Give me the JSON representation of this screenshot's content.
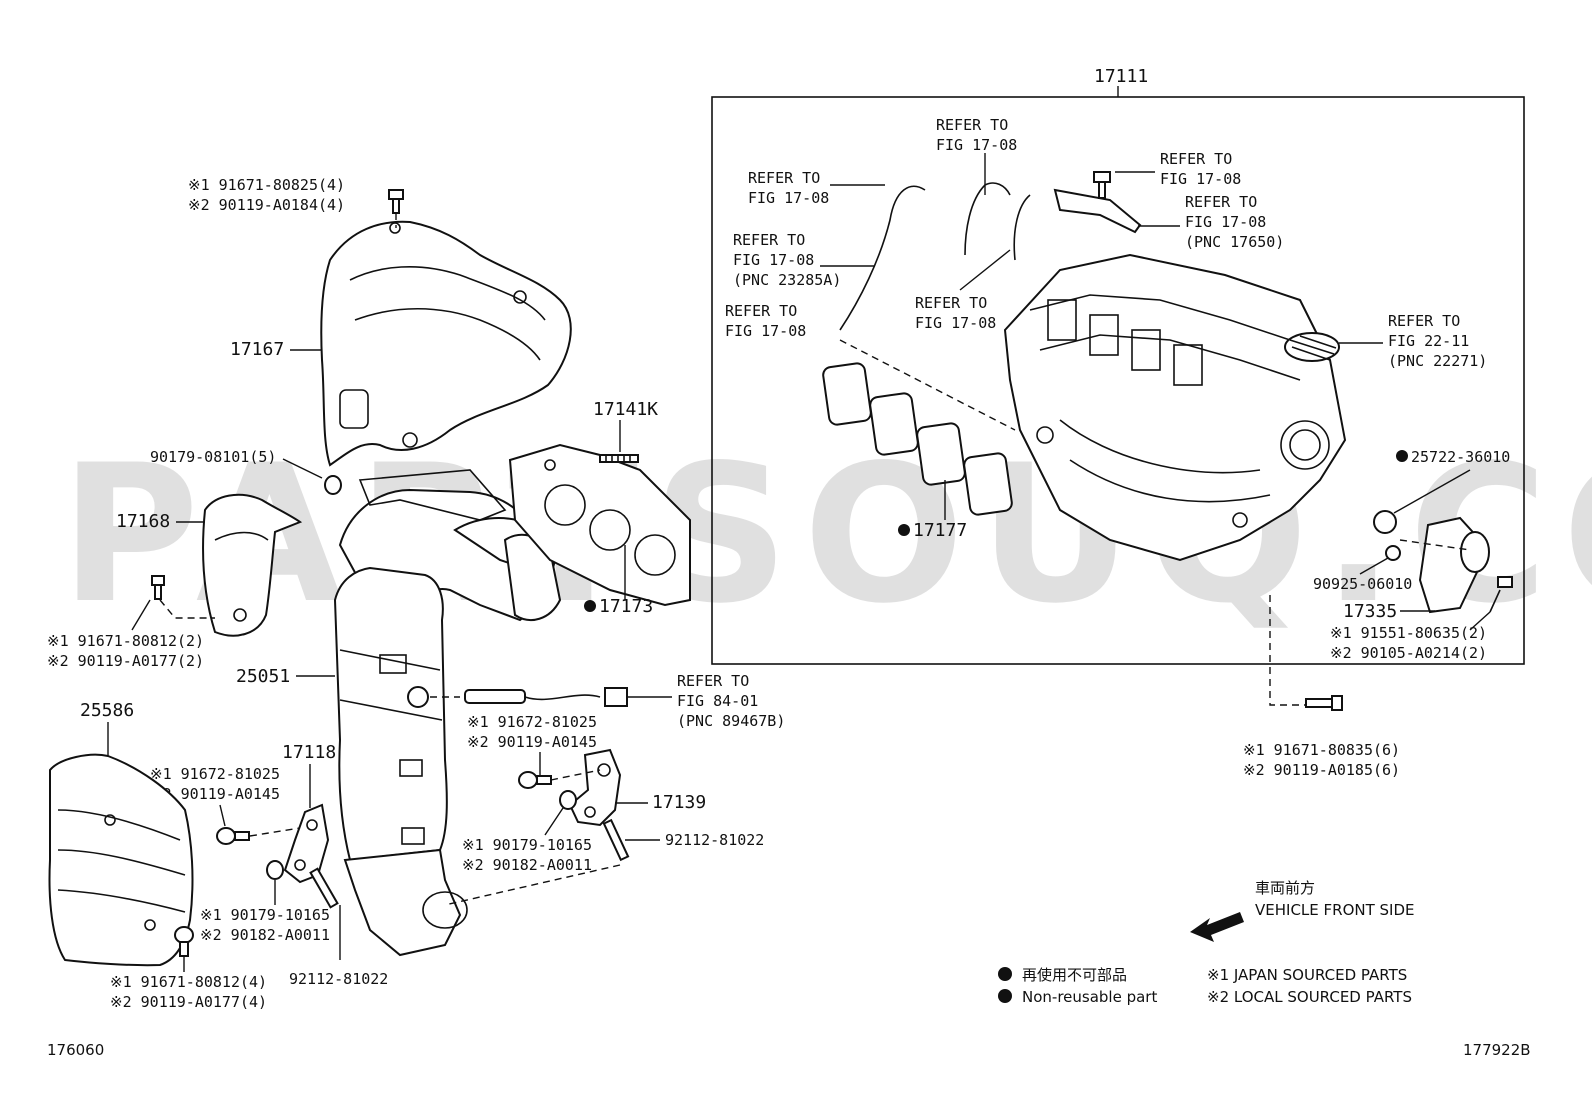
{
  "watermark": "PARTSOUQ.COM",
  "labels": {
    "p17111": "17111",
    "p17167": "17167",
    "p17168": "17168",
    "p17141k": "17141K",
    "p17173": "17173",
    "p17177": "17177",
    "p25051": "25051",
    "p25586": "25586",
    "p17118": "17118",
    "p17139": "17139",
    "p17335": "17335",
    "p25722": "25722-36010",
    "p90925": "90925-06010",
    "p90179_5": "90179-08101(5)",
    "p92112_a": "92112-81022",
    "p92112_b": "92112-81022"
  },
  "refs": {
    "r1": [
      "REFER TO",
      "FIG 17-08"
    ],
    "r2": [
      "REFER TO",
      "FIG 17-08"
    ],
    "r3": [
      "REFER TO",
      "FIG 17-08"
    ],
    "r4": [
      "REFER TO",
      "FIG 17-08",
      "(PNC 17650)"
    ],
    "r5": [
      "REFER TO",
      "FIG 17-08",
      "(PNC 23285A)"
    ],
    "r6": [
      "REFER TO",
      "FIG 17-08"
    ],
    "r7": [
      "REFER TO",
      "FIG 17-08"
    ],
    "r8": [
      "REFER TO",
      "FIG 22-11",
      "(PNC 22271)"
    ],
    "r9": [
      "REFER TO",
      "FIG 84-01",
      "(PNC 89467B)"
    ]
  },
  "bolts": {
    "b1": [
      "※1 91671-80825(4)",
      "※2 90119-A0184(4)"
    ],
    "b2": [
      "※1 91671-80812(2)",
      "※2 90119-A0177(2)"
    ],
    "b3": [
      "※1 91672-81025",
      "※2 90119-A0145"
    ],
    "b4": [
      "※1 91672-81025",
      "※2 90119-A0145"
    ],
    "b5": [
      "※1 90179-10165",
      "※2 90182-A0011"
    ],
    "b6": [
      "※1 90179-10165",
      "※2 90182-A0011"
    ],
    "b7": [
      "※1 91671-80812(4)",
      "※2 90119-A0177(4)"
    ],
    "b8": [
      "※1 91551-80635(2)",
      "※2 90105-A0214(2)"
    ],
    "b9": [
      "※1 91671-80835(6)",
      "※2 90119-A0185(6)"
    ]
  },
  "legend": {
    "direction_jp": "車両前方",
    "direction_en": "VEHICLE FRONT SIDE",
    "nonreusable_jp": "再使用不可部品",
    "nonreusable_en": "Non-reusable part",
    "japan": "※1 JAPAN SOURCED PARTS",
    "local": "※2 LOCAL SOURCED PARTS"
  },
  "footer": {
    "left_code": "176060",
    "right_code": "177922B"
  }
}
